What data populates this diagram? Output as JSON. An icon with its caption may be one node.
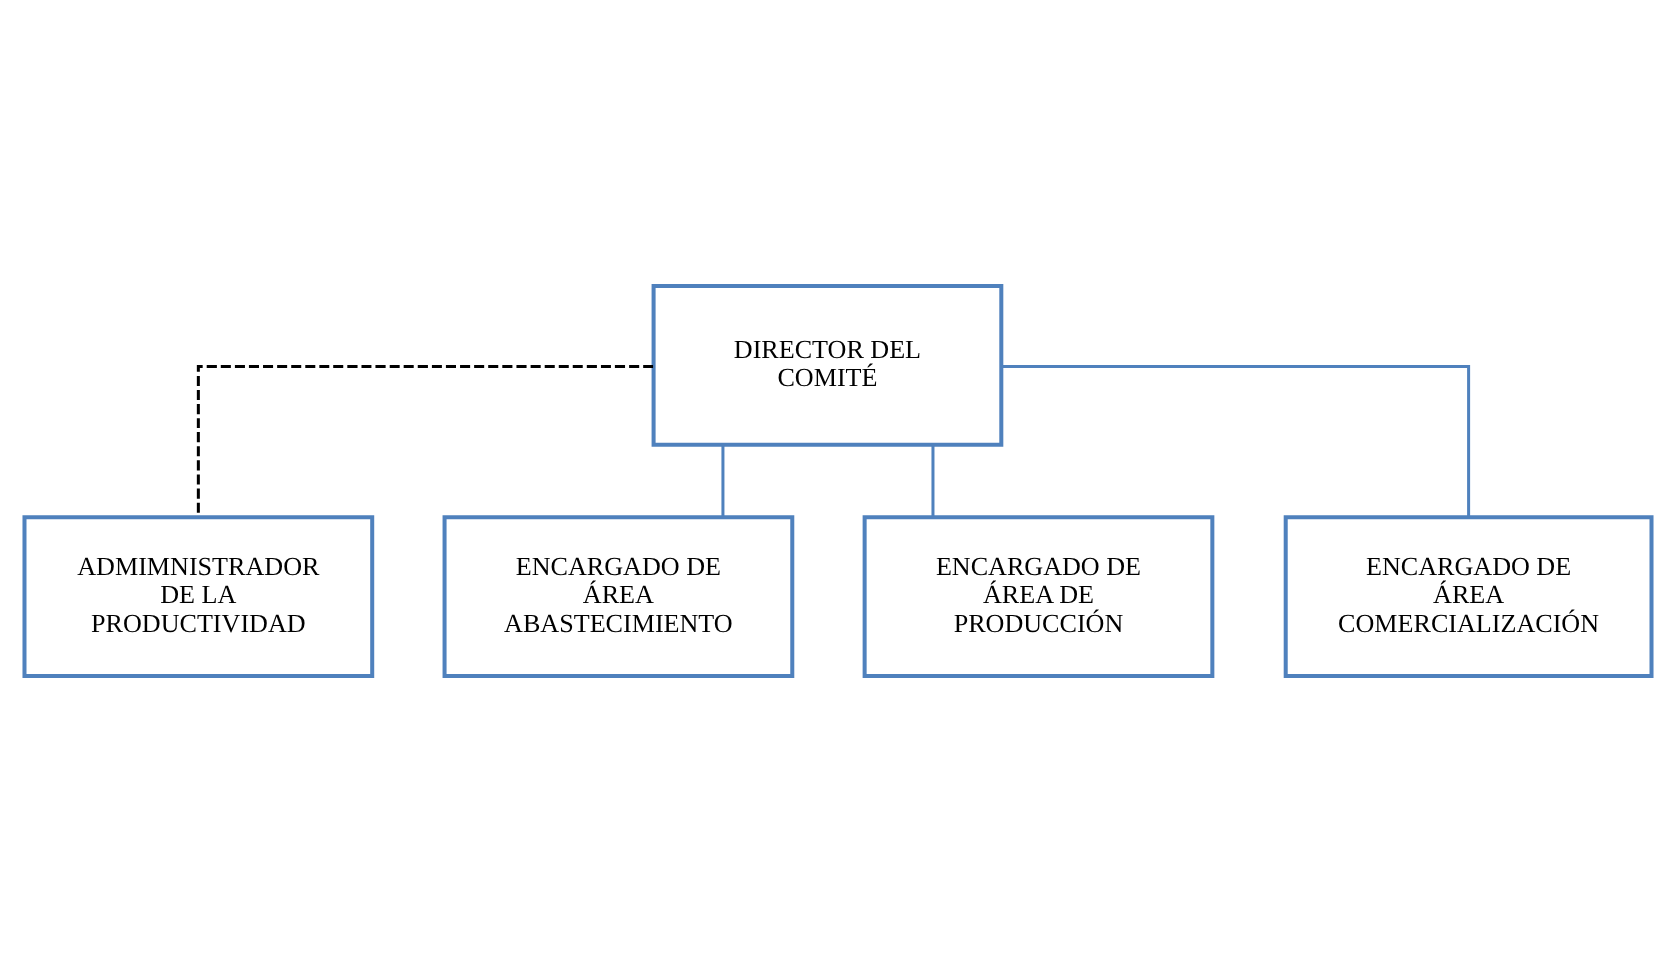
{
  "diagram": {
    "nodes": [
      {
        "text": [
          "DIRECTOR DEL COMITÉ"
        ]
      },
      {
        "text": [
          "ADMIMNISTRADOR DE LA PRODUCTIVIDAD"
        ]
      },
      {
        "text": [
          "ENCARGADO DE ÁREA ABASTECIMIENTO"
        ]
      },
      {
        "text": [
          "ENCARGADO DE ÁREA DE PRODUCCIÓN"
        ]
      },
      {
        "text": [
          "ENCARGADO DE ÁREA COMERCIALIZACIÓN"
        ]
      }
    ],
    "edges": [
      {
        "from": 0,
        "to": 1,
        "arrow": "none",
        "style": "dashed",
        "color": "#000000"
      },
      {
        "from": 0,
        "to": 2,
        "arrow": "none"
      },
      {
        "from": 0,
        "to": 3,
        "arrow": "none"
      },
      {
        "from": 0,
        "to": 4,
        "arrow": "none"
      }
    ]
  }
}
